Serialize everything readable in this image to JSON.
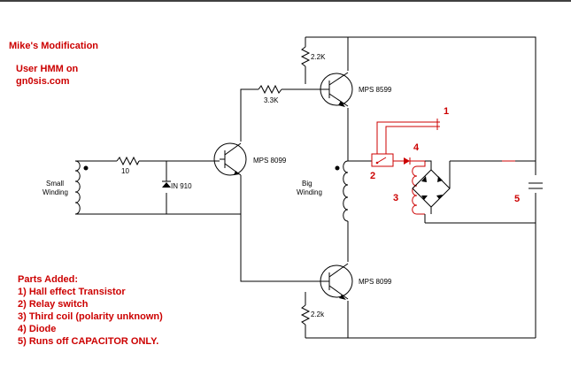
{
  "title": "Mike's Modification",
  "credit_line1": "User HMM on",
  "credit_line2": "gn0sis.com",
  "parts": {
    "heading": "Parts Added:",
    "items": [
      "1) Hall effect Transistor",
      "2) Relay switch",
      "3) Third coil (polarity unknown)",
      "4) Diode",
      "5) Runs off CAPACITOR ONLY."
    ]
  },
  "components": {
    "r_top": "2.2K",
    "r_mid": "3.3K",
    "r_bottom": "2.2k",
    "r_left": "10",
    "diode_left": "IN 910",
    "q_top": "MPS 8599",
    "q_mid": "MPS 8099",
    "q_bottom": "MPS 8099",
    "small_winding_1": "Small",
    "small_winding_2": "Winding",
    "big_winding_1": "Big",
    "big_winding_2": "Winding"
  },
  "markers": {
    "m1": "1",
    "m2": "2",
    "m3": "3",
    "m4": "4",
    "m5": "5"
  },
  "colors": {
    "annotation": "#cc0000",
    "wire": "#000000"
  }
}
